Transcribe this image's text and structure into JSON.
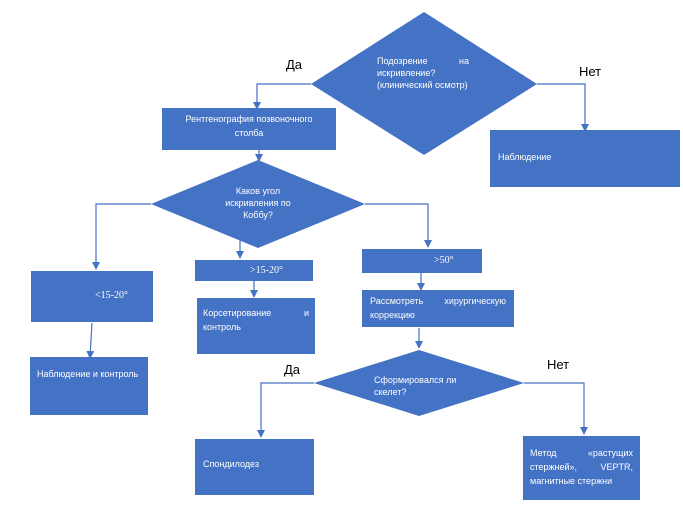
{
  "colors": {
    "fill": "#4472c4",
    "line": "#4472c4",
    "text": "#ffffff"
  },
  "labels": {
    "yes_top": "Да",
    "no_top": "Нет",
    "yes_bottom": "Да",
    "no_bottom": "Нет"
  },
  "decisions": {
    "suspicion": "Подозрение на искривление? (клинический осмотр)",
    "cobb": "Каков угол искривления по Коббу?",
    "skeleton": "Сформировался ли скелет?"
  },
  "boxes": {
    "xray": "Рентгенография позвоночного столба",
    "observe_top": "Наблюдение",
    "lt15": "<15-20°",
    "gt15": ">15-20°",
    "gt50": ">50°",
    "corset": "Корсетирование и контроль",
    "surgery": "Рассмотреть хирургическую коррекцию",
    "observe_ctrl": "Наблюдение и контроль",
    "spondylodesis": "Спондилодез",
    "method": "Метод «растущих стержней», VEPTR, магнитные стержни"
  }
}
